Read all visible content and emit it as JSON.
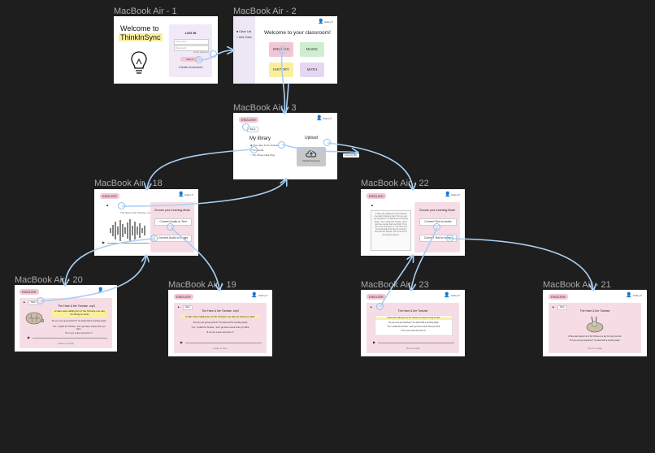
{
  "frames": {
    "f1": {
      "label": "MacBook Air - 1",
      "welcome_line1": "Welcome to",
      "welcome_line2": "ThinkInSync",
      "login_title": "LOG IN",
      "username_ph": "Username",
      "password_ph": "Password",
      "forgot": "Forgot password",
      "signin": "Sign in",
      "create": "Create an account"
    },
    "f2": {
      "label": "MacBook Air - 2",
      "user": "Hailey P",
      "sidebar1": "Class List",
      "sidebar2": "Add Class",
      "title": "Welcome to your classroom!",
      "subjects": [
        "ENGLISH",
        "MUSIC",
        "HISTORY",
        "MATH"
      ]
    },
    "f3": {
      "label": "MacBook Air - 3",
      "chip": "ENGLISH",
      "back": "Back",
      "library": "My library",
      "items": [
        "The Hare & the Tortoise",
        "Cinderella",
        "The Three Little Pigs"
      ],
      "upload": "Upload",
      "upload_btn": "Upload from device",
      "drop_hint": "Drop file here"
    },
    "f18": {
      "label": "MacBook Air - 18",
      "chip": "ENGLISH",
      "file": "The Hare & the Tortoise .mp3",
      "mode_title": "Choose your Learning Mode",
      "btn1": "Convert Audio to Text",
      "btn2": "Convert Audio to Image"
    },
    "f22": {
      "label": "MacBook Air - 22",
      "chip": "ENGLISH",
      "mode_title": "Choose your Learning Mode",
      "btn1": "Convert Text to Audio",
      "btn2": "Convert Text to Image"
    },
    "f20": {
      "label": "MacBook Air - 20",
      "chip": "ENGLISH",
      "title": "The Hare & the Tortoise .mp3",
      "hl": "A Hare was making fun of the Tortoise one day for being so slow.",
      "q1": "\"Do you ever get anywhere?\" he asked with a mocking laugh.",
      "q2": "\"Yes,\" replied the Tortoise, \"and I get there sooner than you think.",
      "q3": "I'll run you a race and prove it.\"",
      "footer": "Audio to Image"
    },
    "f19": {
      "label": "MacBook Air - 19",
      "chip": "ENGLISH",
      "title": "The Hare & the Tortoise .mp3",
      "hl": "A Hare was making fun of the Tortoise one day for being so slow.",
      "q1": "\"Do you ever get anywhere?\" he asked with a mocking laugh.",
      "q2": "\"Yes,\" replied the Tortoise, \"and I get there sooner than you think.",
      "q3": "I'll run you a race and prove it.\"",
      "footer": "Audio to Text"
    },
    "f23": {
      "label": "MacBook Air - 23",
      "chip": "ENGLISH",
      "title": "The Hare & the Tortoise",
      "l1": "A Hare was making fun of the Tortoise one day for being so slow.",
      "l2": "\"Do you ever get anywhere?\" he asked with a mocking laugh.",
      "l3": "\"Yes,\" replied the Tortoise, \"and I get there sooner than you think.",
      "l4": "I'll run you a race and prove it.\"",
      "footer": "Text to Audio"
    },
    "f21": {
      "label": "MacBook Air - 21",
      "chip": "ENGLISH",
      "title": "The Hare & the Tortoise",
      "l1": "A Hare was making fun of the Tortoise one day for being so slow.",
      "l2": "\"Do you ever get anywhere?\" he asked with a mocking laugh.",
      "footer": "Text to Image"
    }
  },
  "common": {
    "back": "Back",
    "user": "Hailey P",
    "play": "▶"
  },
  "colors": {
    "canvas": "#1e1e1e",
    "wire": "#8fc3f0",
    "pink": "#f3c6d3",
    "highlight": "#fbef9e"
  }
}
